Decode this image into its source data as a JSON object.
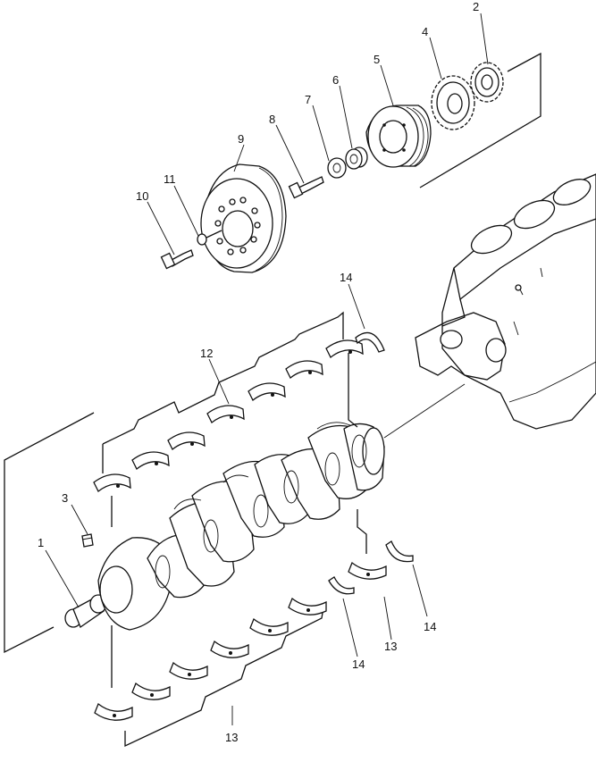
{
  "diagram": {
    "type": "exploded-parts-view",
    "callouts": {
      "c1": "1",
      "c2": "2",
      "c3": "3",
      "c4": "4",
      "c5": "5",
      "c6": "6",
      "c7": "7",
      "c8": "8",
      "c9": "9",
      "c10": "10",
      "c11": "11",
      "c12": "12",
      "c13a": "13",
      "c13b": "13",
      "c14a": "14",
      "c14b": "14",
      "c14c": "14"
    }
  }
}
